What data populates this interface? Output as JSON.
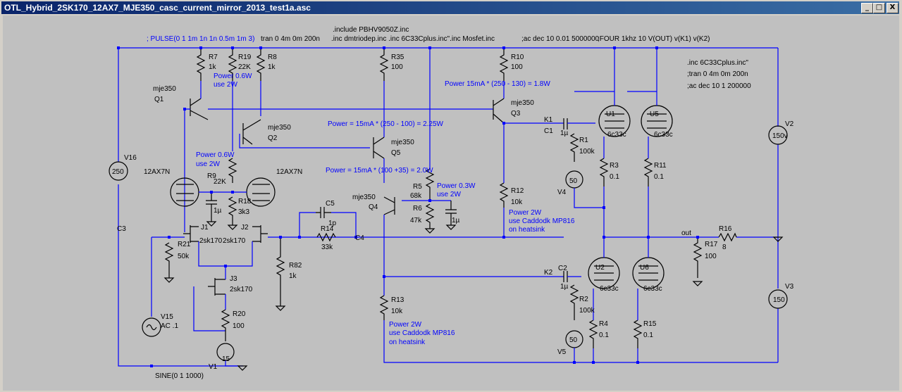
{
  "window": {
    "title": "OTL_Hybrid_2SK170_12AX7_MJE350_casc_current_mirror_2013_test1a.asc",
    "buttons": [
      "_",
      "□",
      "X"
    ]
  },
  "directives": {
    "include1": ".include PBHV9050Z.inc",
    "line2a": "; PULSE(0 1 1m 1n 1n 0.5m 1m 3)",
    "line2b": "tran 0 4m 0m 200n",
    "line2c": ".inc dmtriodep.inc .inc 6C33Cplus.inc\".inc Mosfet.inc",
    "line2d": ";ac dec 10 0.01 5000000",
    "line2e": ";FOUR 1khz 10 V(OUT) v(K1) v(K2)",
    "right1": ".inc 6C33Cplus.inc\"",
    "right2": ";tran 0 4m 0m 200n",
    "right3": ";ac dec 10 1 200000"
  },
  "notes": {
    "p_q1a": "Power 0.6W",
    "p_q1b": "use 2W",
    "p_q2a": "Power 0.6W",
    "p_q2b": "use 2W",
    "p_q3": "Power 15mA * (250 - 130) = 1.8W",
    "p_r35": "Power = 15mA * (250 - 100) = 2.25W",
    "p_q5": "Power = 15mA * (100 +35) = 2.0W",
    "p_r5a": "Power 0.3W",
    "p_r5b": "use 2W",
    "p_r12a": "Power 2W",
    "p_r12b": "use Caddodk MP816",
    "p_r12c": " on heatsink",
    "p_r13a": "Power 2W",
    "p_r13b": "use Caddodk MP816",
    "p_r13c": " on heatsink"
  },
  "labels": {
    "r7": "R7",
    "r7v": "1k",
    "r19": "R19",
    "r19v": "22K",
    "r8": "R8",
    "r8v": "1k",
    "r35": "R35",
    "r35v": "100",
    "r10": "R10",
    "r10v": "100",
    "q1t": "mje350",
    "q1": "Q1",
    "q2t": "mje350",
    "q2": "Q2",
    "q3t": "mje350",
    "q3": "Q3",
    "q5t": "mje350",
    "q5": "Q5",
    "q4t": "mje350",
    "q4": "Q4",
    "v16": "V16",
    "v16v": "250",
    "tube_a": "12AX7N",
    "tube_b": "12AX7N",
    "r9": "R9",
    "r9v": "22K",
    "r18": "R18",
    "r18v": "3k3",
    "c3": "C3",
    "cap1u": "1µ",
    "j1": "J1",
    "j2": "J2",
    "j1t": "2sk170",
    "j2t": "2sk170",
    "j3": "J3",
    "j3t": "2sk170",
    "r21": "R21",
    "r21v": "50k",
    "r82": "R82",
    "r82v": "1k",
    "c5": "C5",
    "c5v": "1p",
    "r14": "R14",
    "r14v": "33k",
    "c4": "C4",
    "r5": "R5",
    "r5v": "68k",
    "r6": "R6",
    "r6v": "47k",
    "c6v": "1µ",
    "r12": "R12",
    "r12v": "10k",
    "r13": "R13",
    "r13v": "10k",
    "r20": "R20",
    "r20v": "100",
    "v15": "V15",
    "v15v": "AC .1",
    "v1": "V1",
    "v1v": "15",
    "sine": "SINE(0 1 1000)",
    "k1": "K1",
    "c1": "C1",
    "c1v": "1µ",
    "k2": "K2",
    "c2": "C2",
    "c2v": "1µ",
    "r1": "R1",
    "r1v": "100k",
    "r2": "R2",
    "r2v": "100k",
    "v4": "V4",
    "v4v": "50",
    "v5": "V5",
    "v5v": "50",
    "r3": "R3",
    "r3v": "0.1",
    "r11": "R11",
    "r11v": "0.1",
    "r4": "R4",
    "r4v": "0.1",
    "r15": "R15",
    "r15v": "0.1",
    "u1": "U1",
    "u5": "U5",
    "u2": "U2",
    "u6": "U6",
    "tube6c33": "6c33c",
    "v2": "V2",
    "v2v": "150v",
    "v3": "V3",
    "v3v": "150",
    "out": "out",
    "r16": "R16",
    "r16v": "8",
    "r17": "R17",
    "r17v": "100"
  }
}
